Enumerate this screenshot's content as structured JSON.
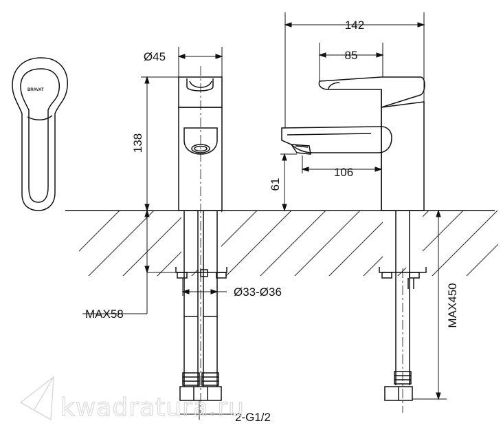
{
  "dimensions": {
    "d_body": "Ø45",
    "w_total": "142",
    "w_handle": "85",
    "h_body": "138",
    "w_spout": "106",
    "h_spout": "61",
    "d_hole": "Ø33-Ø36",
    "max_thickness": "MAX58",
    "max_hose": "MAX450",
    "connection": "2-G1/2"
  },
  "logo_text": "BRAVAT",
  "watermark": "kwadratura.ru",
  "colors": {
    "line": "#111111",
    "hatch": "#333333",
    "watermark": "#d6d6d6"
  }
}
